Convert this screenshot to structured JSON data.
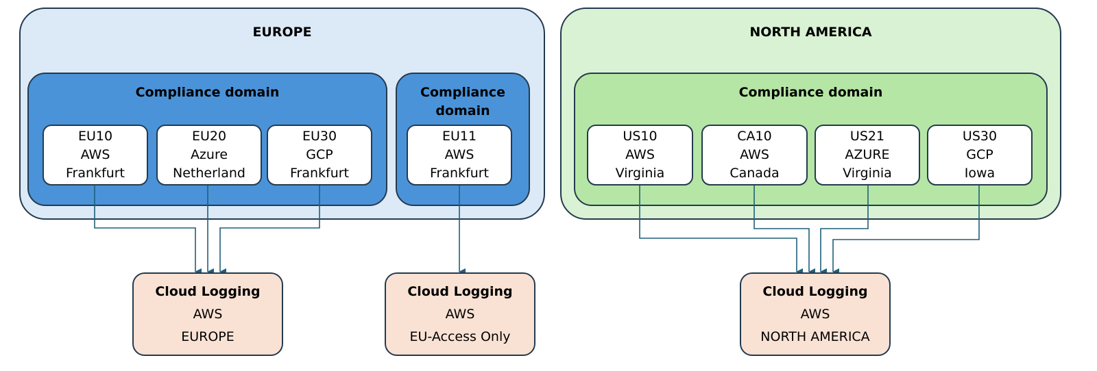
{
  "regions": {
    "europe": "EUROPE",
    "north_america": "NORTH AMERICA"
  },
  "domains": {
    "eu_main": "Compliance domain",
    "eu_access": "Compliance domain",
    "na_main": "Compliance domain"
  },
  "datacenters": [
    {
      "id": "EU10",
      "provider": "AWS",
      "location": "Frankfurt"
    },
    {
      "id": "EU20",
      "provider": "Azure",
      "location": "Netherland"
    },
    {
      "id": "EU30",
      "provider": "GCP",
      "location": "Frankfurt"
    },
    {
      "id": "EU11",
      "provider": "AWS",
      "location": "Frankfurt"
    },
    {
      "id": "US10",
      "provider": "AWS",
      "location": "Virginia"
    },
    {
      "id": "CA10",
      "provider": "AWS",
      "location": "Canada"
    },
    {
      "id": "US21",
      "provider": "AZURE",
      "location": "Virginia"
    },
    {
      "id": "US30",
      "provider": "GCP",
      "location": "Iowa"
    }
  ],
  "logging": [
    {
      "title": "Cloud Logging",
      "provider": "AWS",
      "scope": "EUROPE"
    },
    {
      "title": "Cloud Logging",
      "provider": "AWS",
      "scope": "EU-Access Only"
    },
    {
      "title": "Cloud Logging",
      "provider": "AWS",
      "scope": "NORTH AMERICA"
    }
  ],
  "colors": {
    "europe_region": "#dce9f7",
    "europe_domain": "#4b93d9",
    "na_region": "#d9f2d3",
    "na_domain": "#b6e6a5",
    "logging_box": "#f9e2d4",
    "connector": "#1f5f7a"
  }
}
